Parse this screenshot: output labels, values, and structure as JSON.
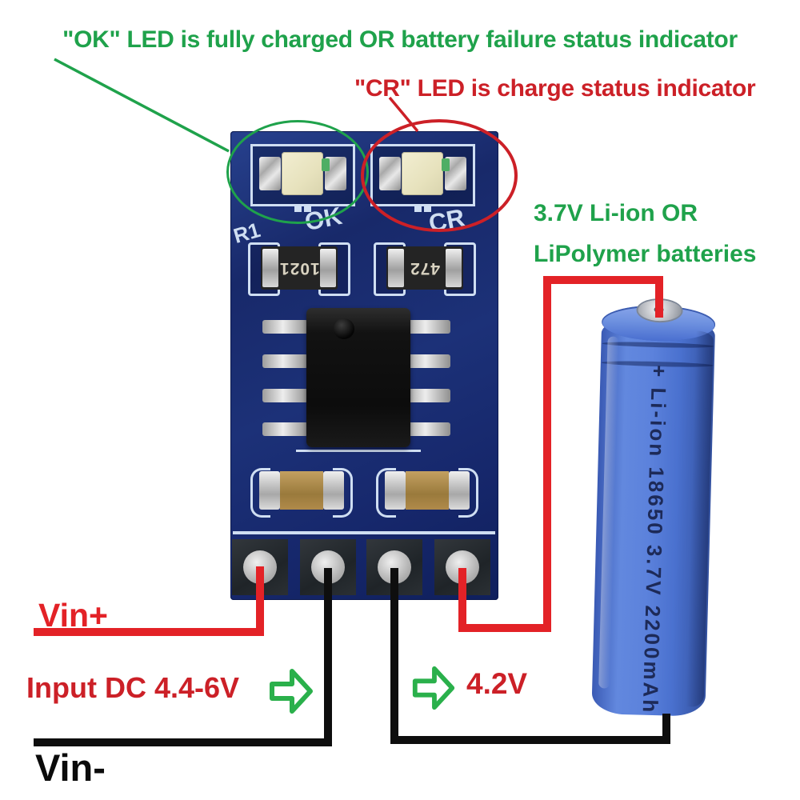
{
  "annotations": {
    "ok_led_label": "\"OK\" LED is fully charged OR battery failure status indicator",
    "cr_led_label": "\"CR\" LED is charge status indicator",
    "battery_caption_line1": "3.7V Li-ion OR",
    "battery_caption_line2": "LiPolymer batteries",
    "vin_plus": "Vin+",
    "input_dc": "Input DC 4.4-6V",
    "output_voltage": "4.2V",
    "vin_minus": "Vin-"
  },
  "pcb": {
    "silkscreen": {
      "r1": "R1",
      "ok": "OK",
      "cr": "CR"
    },
    "resistors": [
      "1021",
      "472"
    ]
  },
  "battery": {
    "label": "+ Li-ion 18650 3.7V 2200mAh"
  },
  "icons": {
    "input_arrow": "right-arrow-icon",
    "output_arrow": "right-arrow-icon"
  },
  "colors": {
    "annotation_green": "#1fa24b",
    "annotation_red": "#cc2027",
    "arrow_green": "#2ab04b",
    "wire_red": "#e32227",
    "wire_black": "#0e0e0e",
    "silkscreen": "#cfdef2",
    "battery_blue": "#4a71cf"
  }
}
